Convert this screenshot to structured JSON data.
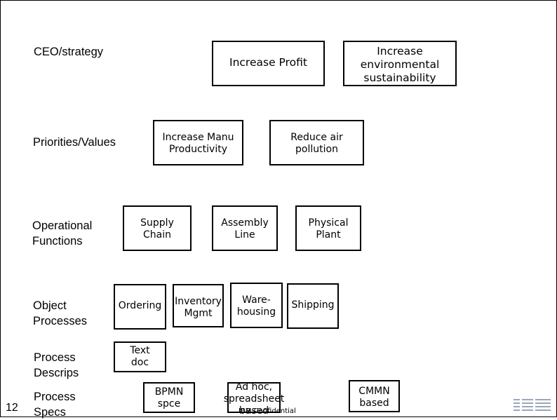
{
  "rows": {
    "ceo": "CEO/strategy",
    "priorities": "Priorities/Values",
    "operational": "Operational\nFunctions",
    "object": "Object\nProcesses",
    "descrips": "Process\nDescrips",
    "specs": "Process\nSpecs"
  },
  "boxes": {
    "increase_profit": "Increase Profit",
    "increase_env": "Increase\nenvironmental\nsustainability",
    "increase_manu": "Increase Manu\nProductivity",
    "reduce_air": "Reduce air\npollution",
    "supply_chain": "Supply\nChain",
    "assembly_line": "Assembly\nLine",
    "physical_plant": "Physical\nPlant",
    "ordering": "Ordering",
    "inventory_mgmt": "Inventory\nMgmt",
    "warehousing": "Ware-\nhousing",
    "shipping": "Shipping",
    "text_doc": "Text\ndoc",
    "bpmn_spce": "BPMN\nspce",
    "ad_hoc": "Ad hoc,\nspreadsheet\nbased",
    "cmmn_based": "CMMN\nbased"
  },
  "footer": {
    "page_number": "12",
    "confidential": "IBM Confidential"
  },
  "logo": {
    "name": "ibm-logo-icon",
    "color": "#9aa7b8"
  }
}
